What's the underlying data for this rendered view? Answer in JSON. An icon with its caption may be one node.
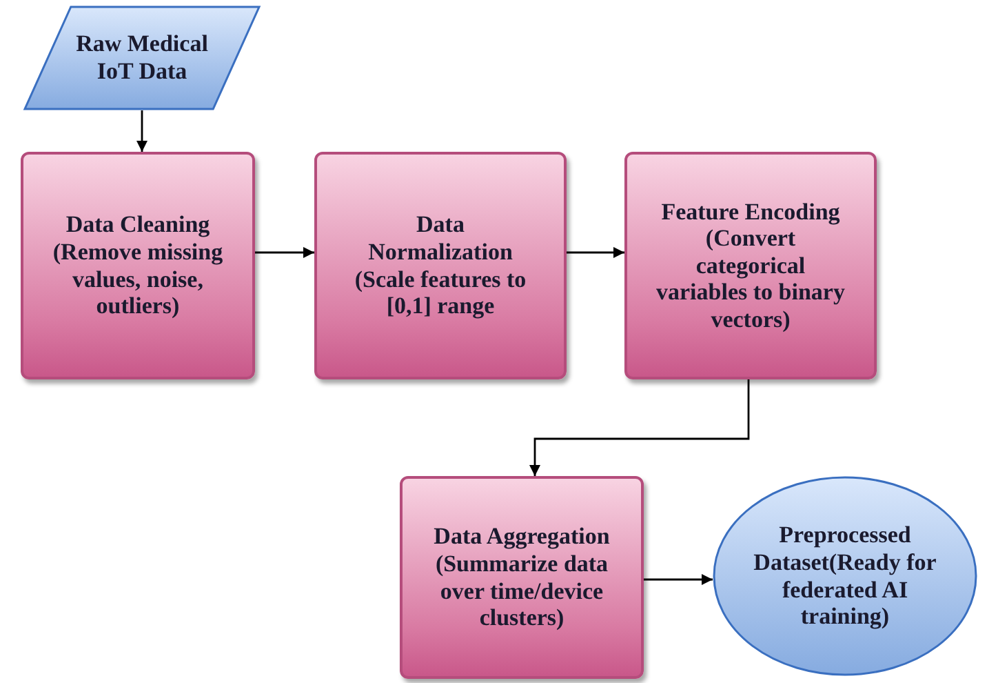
{
  "diagram": {
    "nodes": [
      {
        "text": [
          "Raw Medical IoT Data"
        ]
      },
      {
        "text": [
          "Data Cleaning",
          "(Remove missing values, noise, outliers)"
        ]
      },
      {
        "text": [
          "Data Normalization",
          "(Scale features to [0,1] range"
        ]
      },
      {
        "text": [
          "Feature Encoding",
          "(Convert categorical variables to binary vectors)"
        ]
      },
      {
        "text": [
          "Data Aggregation",
          "(Summarize data over time/device clusters)"
        ]
      },
      {
        "text": [
          "Preprocessed Dataset(Ready for federated AI training)"
        ]
      }
    ],
    "edges": [
      {
        "from": 0,
        "to": 1,
        "arrow": "to"
      },
      {
        "from": 1,
        "to": 2,
        "arrow": "to"
      },
      {
        "from": 2,
        "to": 3,
        "arrow": "to"
      },
      {
        "from": 3,
        "to": 4,
        "arrow": "to"
      },
      {
        "from": 4,
        "to": 5,
        "arrow": "to"
      }
    ]
  }
}
